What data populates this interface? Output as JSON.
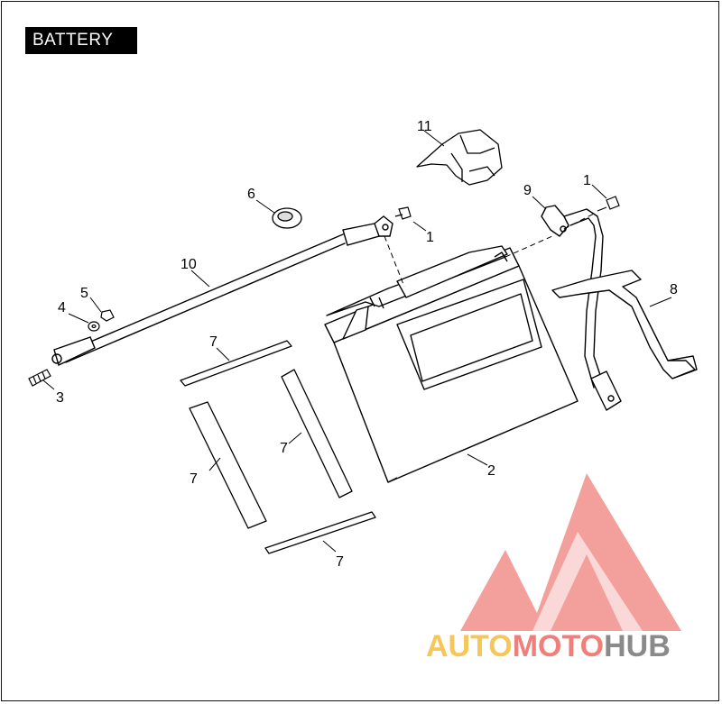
{
  "title": "BATTERY",
  "callouts": {
    "c11": "11",
    "c6": "6",
    "c9": "9",
    "c1a": "1",
    "c1b": "1",
    "c10": "10",
    "c8": "8",
    "c5": "5",
    "c4": "4",
    "c3": "3",
    "c7a": "7",
    "c7b": "7",
    "c7c": "7",
    "c7d": "7",
    "c2": "2"
  },
  "watermark": {
    "part1": "AUTO",
    "part2": "MOTO",
    "part3": "HUB",
    "colors": {
      "yellow": "#f6c65a",
      "red": "#f07f7a",
      "gray": "#8a8a8a"
    }
  }
}
